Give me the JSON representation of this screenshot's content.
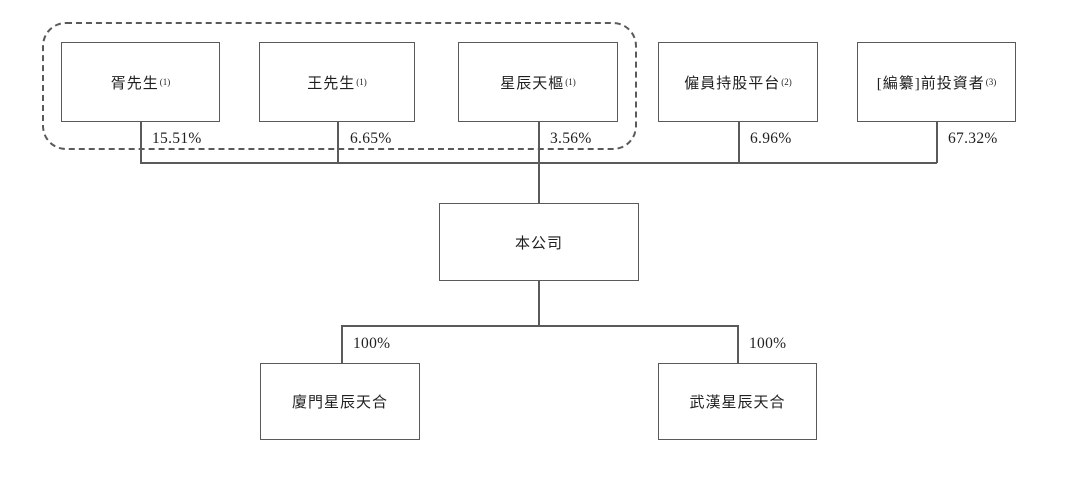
{
  "diagram": {
    "title": "shareholding-structure-chart",
    "top_nodes": [
      {
        "name": "胥先生",
        "sup": "(1)",
        "pct": "15.51%"
      },
      {
        "name": "王先生",
        "sup": "(1)",
        "pct": "6.65%"
      },
      {
        "name": "星辰天樞",
        "sup": "(1)",
        "pct": "3.56%"
      },
      {
        "name": "僱員持股平台",
        "sup": "(2)",
        "pct": "6.96%"
      },
      {
        "name": "[編纂]前投資者",
        "sup": "(3)",
        "pct": "67.32%"
      }
    ],
    "dashed_group_members": [
      "胥先生",
      "王先生",
      "星辰天樞"
    ],
    "company": {
      "name": "本公司"
    },
    "subsidiaries": [
      {
        "name": "廈門星辰天合",
        "pct": "100%"
      },
      {
        "name": "武漢星辰天合",
        "pct": "100%"
      }
    ],
    "colors": {
      "background": "#ffffff",
      "line": "#5a5a5a",
      "text": "#1f1f1f"
    }
  }
}
